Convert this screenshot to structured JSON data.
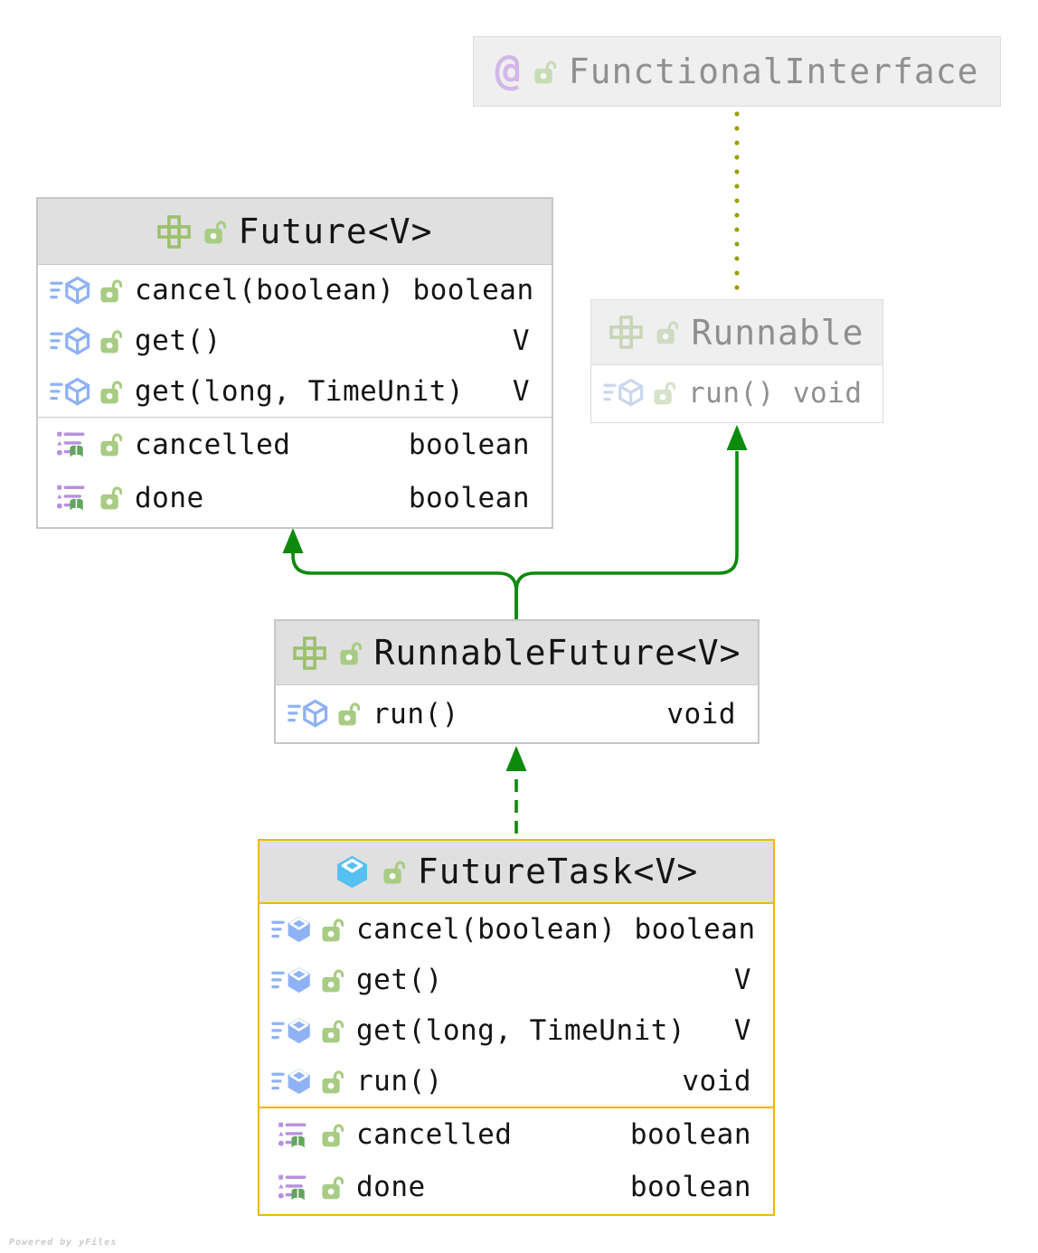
{
  "colors": {
    "inheritance_edge": "#0c8a0c",
    "annotation_edge": "#9b9b00",
    "selected_border": "#f2b600",
    "node_border": "#c6c6c6",
    "header_fill": "#e0e0e0",
    "faded_text": "#8f8f8f",
    "text": "#141414"
  },
  "icons": {
    "annotation_glyph": "@"
  },
  "watermark": "Powered by yFiles",
  "nodes": {
    "functional_interface": {
      "kind": "annotation",
      "title": "FunctionalInterface"
    },
    "future": {
      "kind": "interface",
      "title": "Future<V>",
      "methods": [
        {
          "name": "cancel(boolean)",
          "type": "boolean"
        },
        {
          "name": "get()",
          "type": "V"
        },
        {
          "name": "get(long, TimeUnit)",
          "type": "V"
        }
      ],
      "properties": [
        {
          "name": "cancelled",
          "type": "boolean"
        },
        {
          "name": "done",
          "type": "boolean"
        }
      ]
    },
    "runnable": {
      "kind": "interface",
      "title": "Runnable",
      "methods": [
        {
          "name": "run()",
          "type": "void"
        }
      ]
    },
    "runnable_future": {
      "kind": "interface",
      "title": "RunnableFuture<V>",
      "methods": [
        {
          "name": "run()",
          "type": "void"
        }
      ]
    },
    "future_task": {
      "kind": "class",
      "title": "FutureTask<V>",
      "methods": [
        {
          "name": "cancel(boolean)",
          "type": "boolean"
        },
        {
          "name": "get()",
          "type": "V"
        },
        {
          "name": "get(long, TimeUnit)",
          "type": "V"
        },
        {
          "name": "run()",
          "type": "void"
        }
      ],
      "properties": [
        {
          "name": "cancelled",
          "type": "boolean"
        },
        {
          "name": "done",
          "type": "boolean"
        }
      ]
    }
  }
}
